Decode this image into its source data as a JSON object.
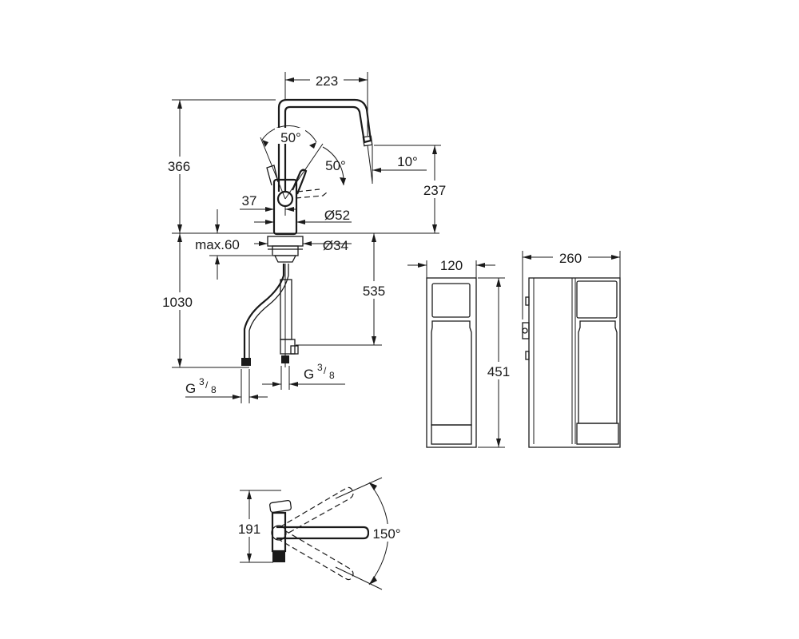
{
  "side_view": {
    "width_223": "223",
    "height_366": "366",
    "angle_lever": "50°",
    "angle_lever_side": "50°",
    "angle_spout": "10°",
    "height_237": "237",
    "offset_37": "37",
    "diameter_52": "Ø52",
    "deck_max": "max.60",
    "diameter_34": "Ø34",
    "hose_1030": "1030",
    "depth_535": "535",
    "thread_left": {
      "main": "G",
      "num": "3",
      "den": "8"
    },
    "thread_right": {
      "main": "G",
      "num": "3",
      "den": "8"
    }
  },
  "filter_front": {
    "width": "120",
    "height": "451"
  },
  "filter_side": {
    "width": "260"
  },
  "top_view": {
    "depth": "191",
    "swivel_angle": "150°"
  }
}
